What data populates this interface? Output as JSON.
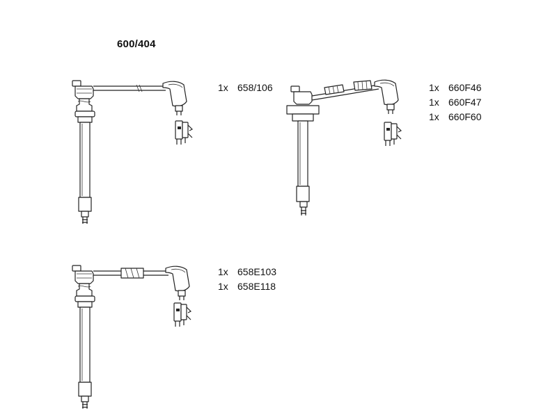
{
  "set_code": "600/404",
  "parts_groups": [
    {
      "items": [
        {
          "qty": "1x",
          "part_no": "658/106"
        }
      ]
    },
    {
      "items": [
        {
          "qty": "1x",
          "part_no": "660F46"
        },
        {
          "qty": "1x",
          "part_no": "660F47"
        },
        {
          "qty": "1x",
          "part_no": "660F60"
        }
      ]
    },
    {
      "items": [
        {
          "qty": "1x",
          "part_no": "658E103"
        },
        {
          "qty": "1x",
          "part_no": "658E118"
        }
      ]
    }
  ],
  "colors": {
    "line": "#222222",
    "background": "#ffffff"
  }
}
